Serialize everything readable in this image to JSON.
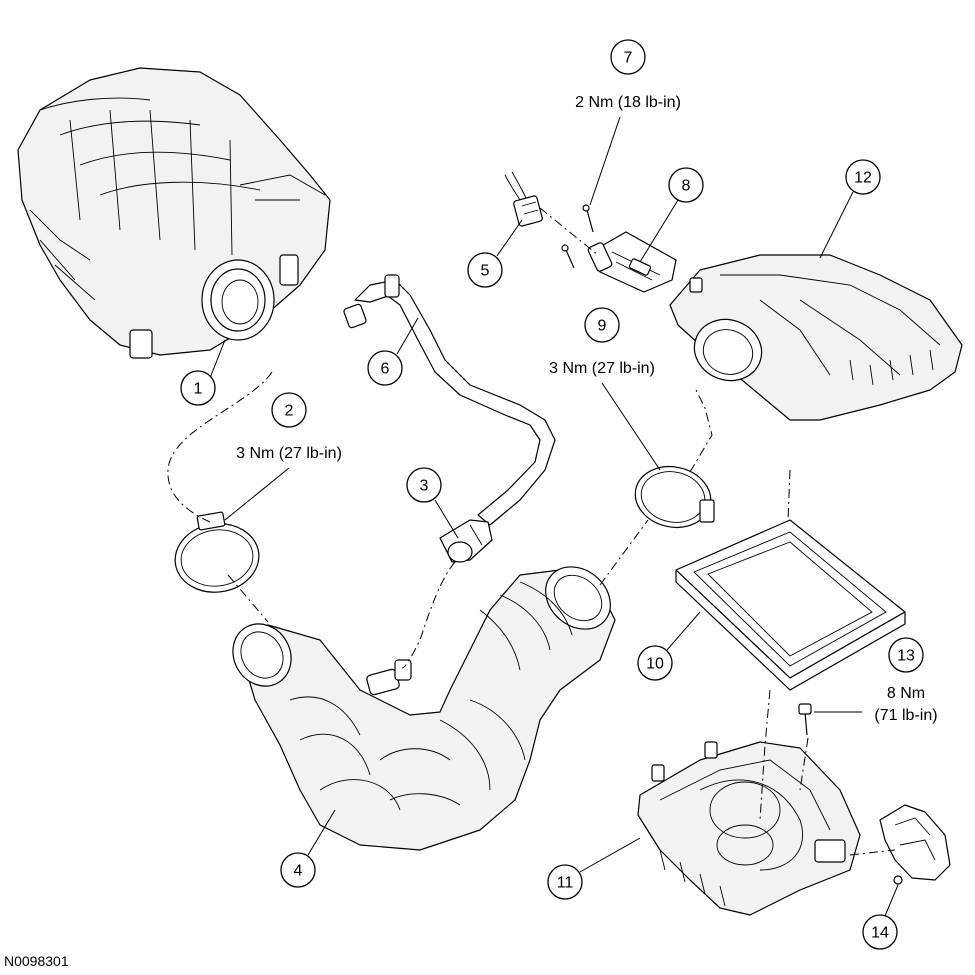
{
  "figure_id": "N0098301",
  "callouts": [
    {
      "number": "1"
    },
    {
      "number": "2",
      "torque": "3 Nm (27 lb-in)"
    },
    {
      "number": "3"
    },
    {
      "number": "4"
    },
    {
      "number": "5"
    },
    {
      "number": "6"
    },
    {
      "number": "7",
      "torque": "2 Nm (18 lb-in)"
    },
    {
      "number": "8"
    },
    {
      "number": "9",
      "torque": "3 Nm (27 lb-in)"
    },
    {
      "number": "10"
    },
    {
      "number": "11"
    },
    {
      "number": "12"
    },
    {
      "number": "13",
      "torque_line1": "8 Nm",
      "torque_line2": "(71 lb-in)"
    },
    {
      "number": "14"
    }
  ]
}
